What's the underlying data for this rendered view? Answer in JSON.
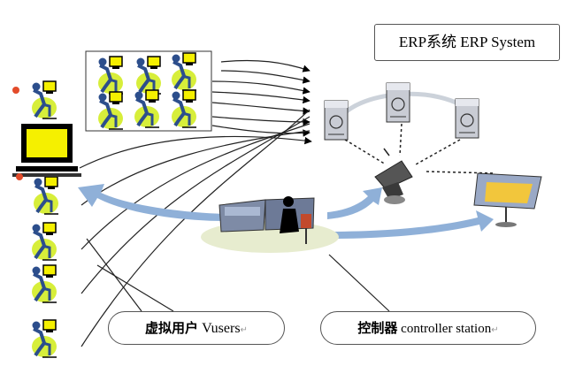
{
  "erp_label": "ERP系统 ERP System",
  "vusers_label": {
    "cn": "虚拟用户",
    "en": "Vusers",
    "mark": "↵"
  },
  "controller_label": {
    "cn": "控制器",
    "en": "controller station",
    "mark": "↵"
  },
  "colors": {
    "user_body": "#d7ee3a",
    "user_figure": "#2c4e8c",
    "flow_arrow": "#8fb0d8",
    "monitor_screen": "#f5f000",
    "floor_ellipse": "#e7eccf",
    "server": "#c9ccd4"
  }
}
